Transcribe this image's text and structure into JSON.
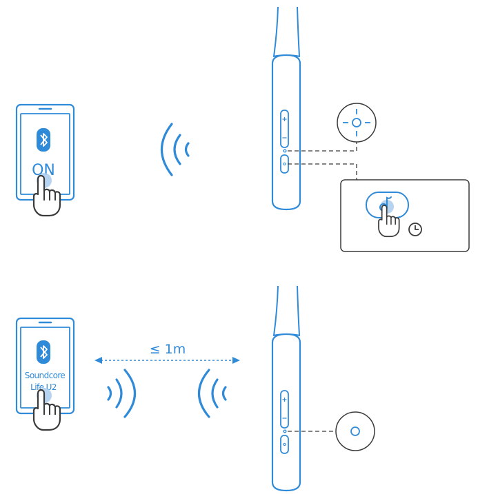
{
  "colors": {
    "accent": "#2f8ad8",
    "accent_light": "#a9cdf0",
    "stroke": "#3a3a3a",
    "background": "#ffffff"
  },
  "step1": {
    "phone_bluetooth_icon": "bluetooth-icon",
    "phone_label": "ON",
    "hand_icon": "hand-tap-icon",
    "signal_icon": "wireless-signal-icon",
    "button_callout_icon": "crosshair-button-icon",
    "press_callout_icon": "soundcore-logo-icon",
    "timer_icon": "clock-icon"
  },
  "step2": {
    "phone_bluetooth_icon": "bluetooth-icon",
    "phone_label_line1": "Soundcore",
    "phone_label_line2": "Life U2",
    "distance_label": "≤ 1m",
    "signal_icon": "wireless-signal-icon",
    "indicator_callout_icon": "led-indicator-icon"
  }
}
